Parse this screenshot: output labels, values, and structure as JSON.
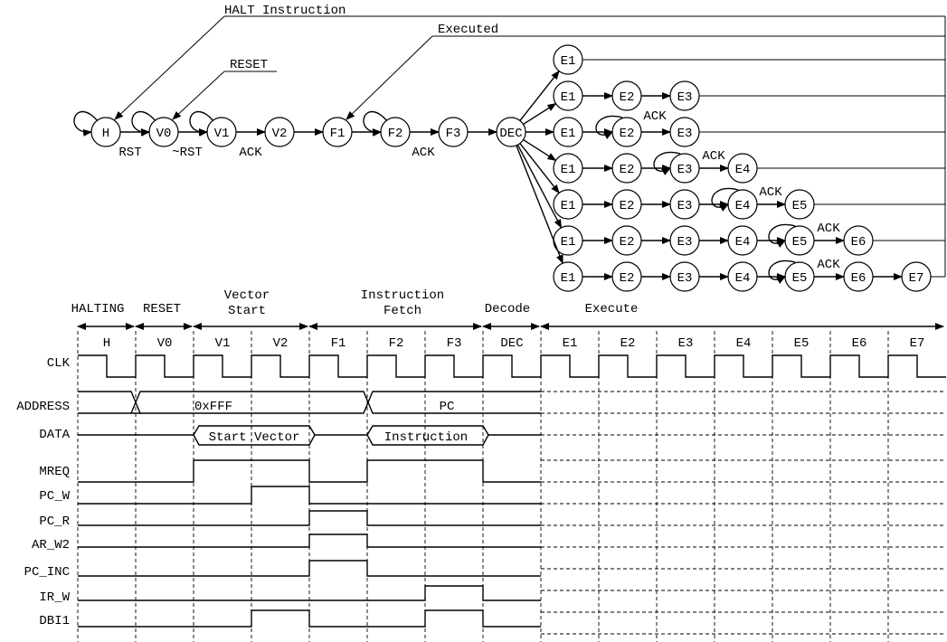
{
  "state_machine": {
    "annotations": {
      "halt": "HALT Instruction",
      "executed": "Executed",
      "reset": "RESET"
    },
    "states": {
      "H": "H",
      "V0": "V0",
      "V1": "V1",
      "V2": "V2",
      "F1": "F1",
      "F2": "F2",
      "F3": "F3",
      "DEC": "DEC",
      "E1": "E1",
      "E2": "E2",
      "E3": "E3",
      "E4": "E4",
      "E5": "E5",
      "E6": "E6",
      "E7": "E7"
    },
    "transitions": {
      "rst": "RST",
      "not_rst": "~RST",
      "ack": "ACK"
    }
  },
  "timing": {
    "phases": [
      "HALTING",
      "RESET",
      "Vector\nStart",
      "Instruction\nFetch",
      "Decode",
      "Execute"
    ],
    "cycles": [
      "H",
      "V0",
      "V1",
      "V2",
      "F1",
      "F2",
      "F3",
      "DEC",
      "E1",
      "E2",
      "E3",
      "E4",
      "E5",
      "E6",
      "E7"
    ],
    "signals": [
      "CLK",
      "ADDRESS",
      "DATA",
      "MREQ",
      "PC_W",
      "PC_R",
      "AR_W2",
      "PC_INC",
      "IR_W",
      "DBI1"
    ],
    "bus_values": {
      "address_reset": "0xFFF",
      "address_fetch": "PC",
      "data_vector": "Start Vector",
      "data_instruction": "Instruction"
    },
    "signal_levels": {
      "MREQ": [
        0,
        0,
        1,
        1,
        0,
        1,
        1,
        0
      ],
      "PC_W": [
        0,
        0,
        0,
        1,
        0,
        0,
        0,
        0
      ],
      "PC_R": [
        0,
        0,
        0,
        0,
        1,
        0,
        0,
        0
      ],
      "AR_W2": [
        0,
        0,
        0,
        0,
        1,
        0,
        0,
        0
      ],
      "PC_INC": [
        0,
        0,
        0,
        0,
        1,
        0,
        0,
        0
      ],
      "IR_W": [
        0,
        0,
        0,
        0,
        0,
        0,
        1,
        0
      ],
      "DBI1": [
        0,
        0,
        0,
        1,
        0,
        0,
        1,
        0
      ]
    }
  }
}
